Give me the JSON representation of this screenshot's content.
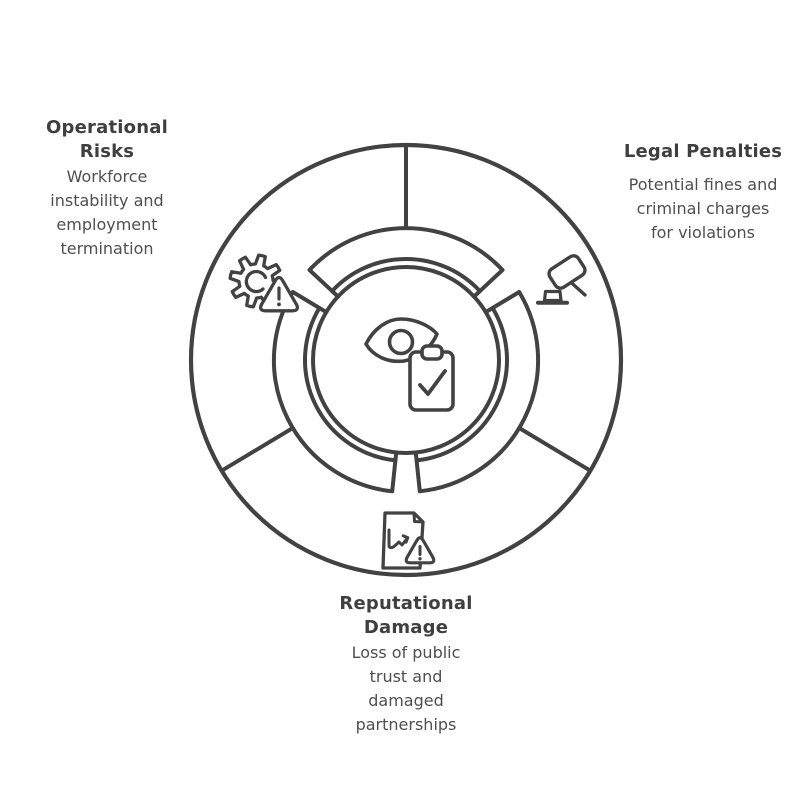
{
  "diagram": {
    "type": "circular-segmented-risk-diagram",
    "colors": {
      "stroke": "#424242",
      "title_text": "#3f3f3f",
      "body_text": "#4f4f4f",
      "background": "#ffffff"
    },
    "center": {
      "icon": "eye-clipboard-icon"
    },
    "sections": [
      {
        "id": "operational-risks",
        "position": "left",
        "title": "Operational Risks",
        "description": "Workforce instability and employment termination",
        "icon": "gear-warning-icon"
      },
      {
        "id": "legal-penalties",
        "position": "right",
        "title": "Legal Penalties",
        "description": "Potential fines and criminal charges for violations",
        "icon": "gavel-icon"
      },
      {
        "id": "reputational-damage",
        "position": "bottom",
        "title": "Reputational Damage",
        "description": "Loss of public trust and damaged partnerships",
        "icon": "document-chart-warning-icon"
      }
    ]
  }
}
